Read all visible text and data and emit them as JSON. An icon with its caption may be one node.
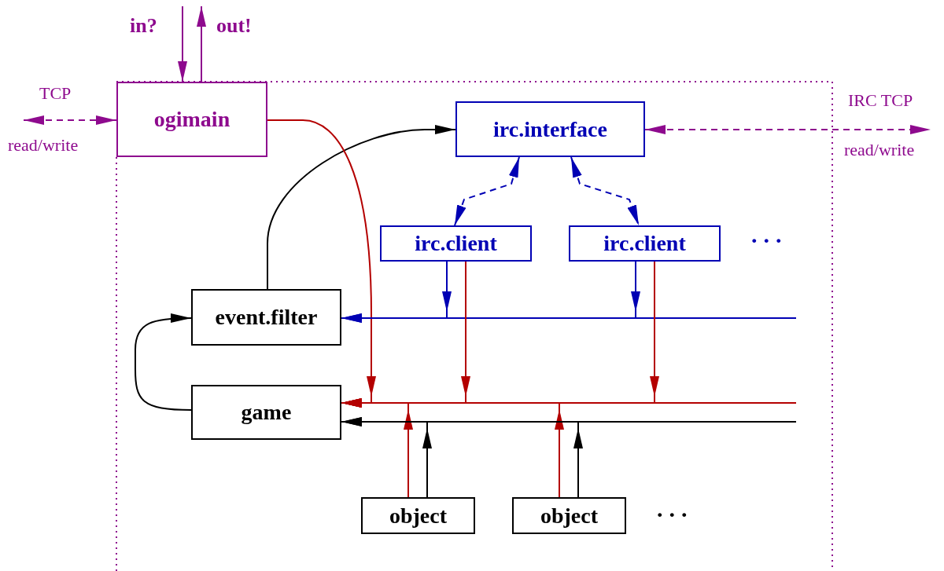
{
  "diagram": {
    "nodes": [
      {
        "text": [
          "ogimain"
        ]
      },
      {
        "text": [
          "irc.interface"
        ]
      },
      {
        "text": [
          "irc.client"
        ]
      },
      {
        "text": [
          "irc.client"
        ]
      },
      {
        "text": [
          "event.filter"
        ]
      },
      {
        "text": [
          "game"
        ]
      },
      {
        "text": [
          "object"
        ]
      },
      {
        "text": [
          "object"
        ]
      }
    ],
    "edges": [
      {
        "from": null,
        "to": 0,
        "arrow": "to",
        "label": "in?",
        "color": "#8e0a8e"
      },
      {
        "from": 0,
        "to": null,
        "arrow": "to",
        "label": "out!",
        "color": "#8e0a8e"
      },
      {
        "from": null,
        "to": 0,
        "arrow": "both",
        "label": "TCP",
        "style": "dashed",
        "color": "#8e0a8e"
      },
      {
        "from": 1,
        "to": null,
        "arrow": "both",
        "label": "IRC TCP",
        "style": "dashed",
        "color": "#8e0a8e"
      },
      {
        "from": 1,
        "to": 2,
        "arrow": "both",
        "style": "dashed",
        "color": "#0000b4"
      },
      {
        "from": 1,
        "to": 3,
        "arrow": "both",
        "style": "dashed",
        "color": "#0000b4"
      },
      {
        "from": 4,
        "to": 1,
        "arrow": "to",
        "color": "#000000"
      },
      {
        "from": 5,
        "to": 4,
        "arrow": "to",
        "color": "#000000"
      },
      {
        "from": 0,
        "to": 5,
        "arrow": "to",
        "color": "#b40000"
      },
      {
        "from": 2,
        "to": 4,
        "arrow": "to",
        "color": "#0000b4"
      },
      {
        "from": 3,
        "to": 4,
        "arrow": "to",
        "color": "#0000b4"
      },
      {
        "from": 2,
        "to": 5,
        "arrow": "to",
        "color": "#b40000"
      },
      {
        "from": 3,
        "to": 5,
        "arrow": "to",
        "color": "#b40000"
      },
      {
        "from": 6,
        "to": 5,
        "arrow": "to",
        "color": "#b40000"
      },
      {
        "from": 6,
        "to": 5,
        "arrow": "to",
        "color": "#000000"
      },
      {
        "from": 7,
        "to": 5,
        "arrow": "to",
        "color": "#b40000"
      },
      {
        "from": 7,
        "to": 5,
        "arrow": "to",
        "color": "#000000"
      }
    ],
    "labels": [
      "read/write",
      "read/write",
      "...",
      "..."
    ]
  }
}
